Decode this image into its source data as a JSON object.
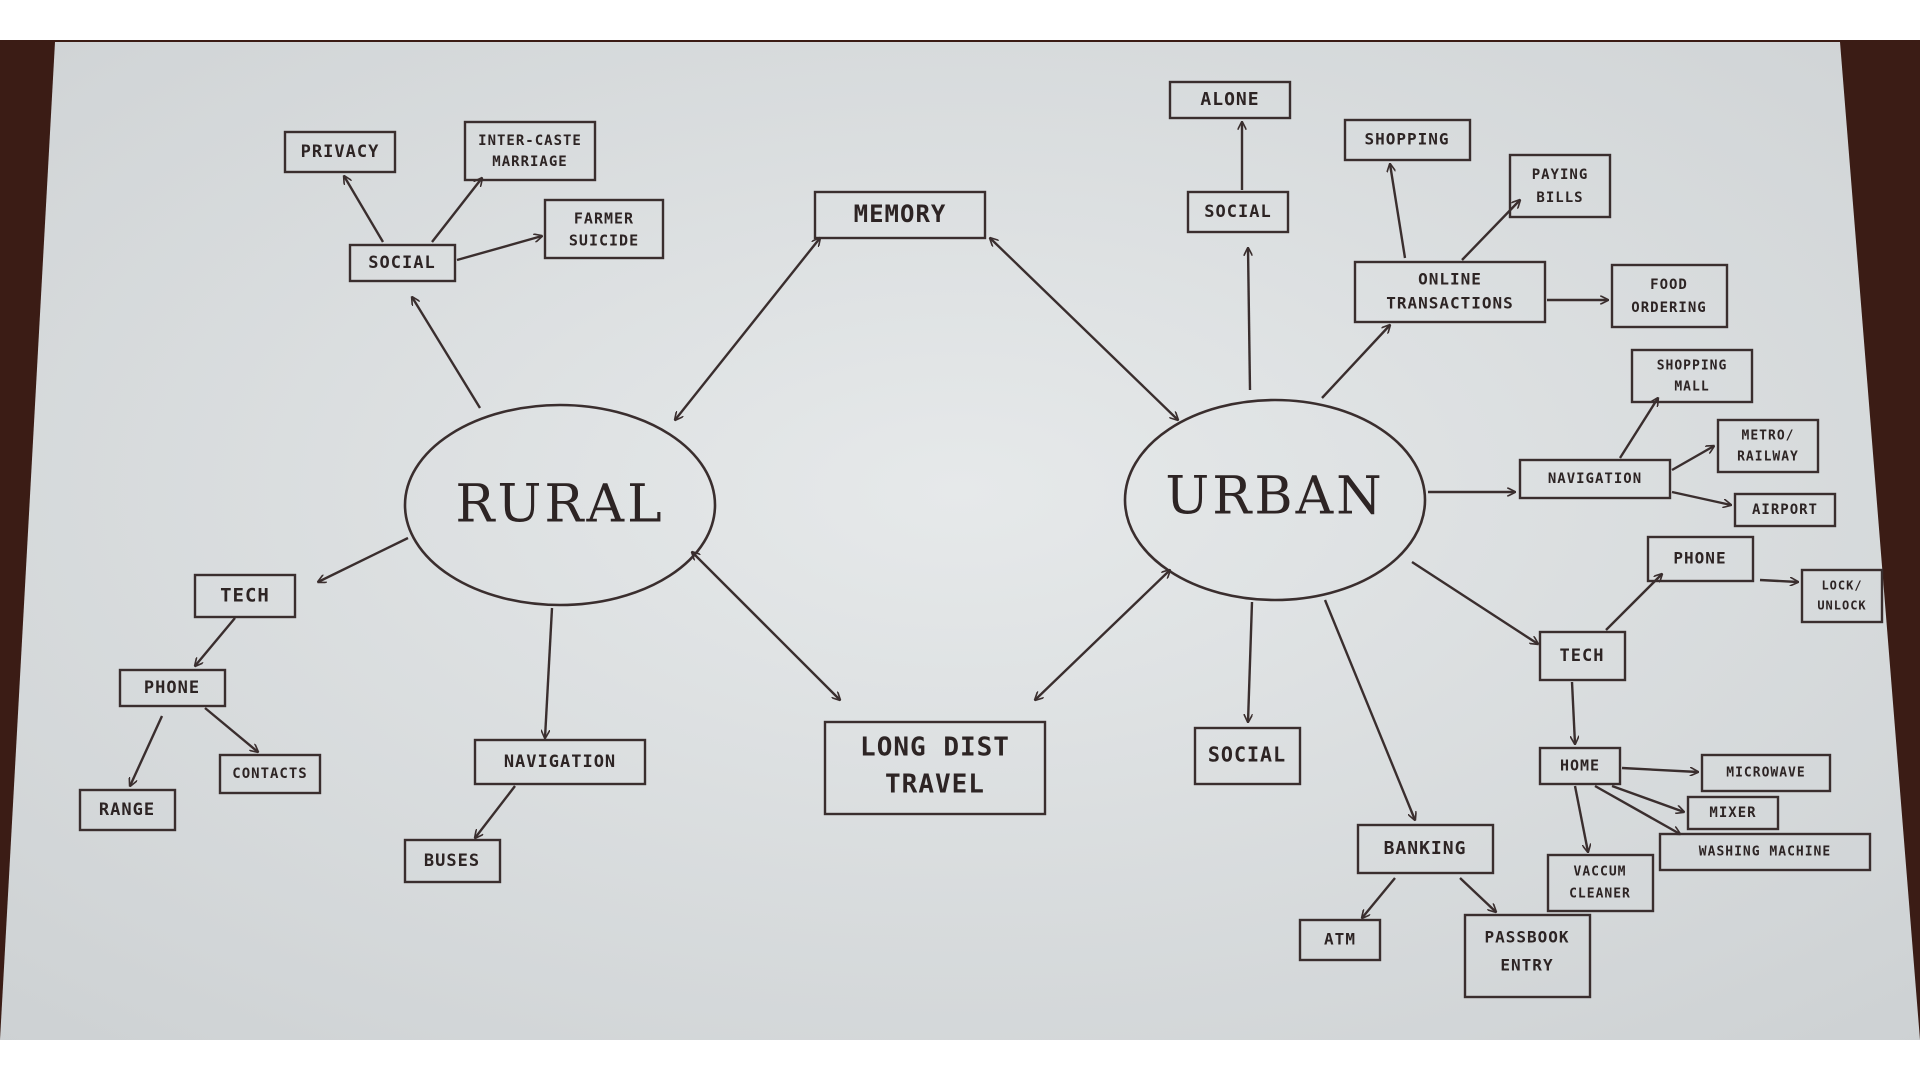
{
  "hubs": {
    "rural": "RURAL",
    "urban": "URBAN"
  },
  "nodes": {
    "memory": "MEMORY",
    "long_dist_travel": [
      "LONG  DIST",
      "TRAVEL"
    ],
    "rural_social": "SOCIAL",
    "privacy": "PRIVACY",
    "intercaste_marriage": [
      "INTER-CASTE",
      "MARRIAGE"
    ],
    "farmer_suicide": [
      "FARMER",
      "SUICIDE"
    ],
    "rural_tech": "TECH",
    "rural_phone": "PHONE",
    "range": "RANGE",
    "contacts": "CONTACTS",
    "rural_navigation": "NAVIGATION",
    "buses": "BUSES",
    "alone": "ALONE",
    "urban_social_top": "SOCIAL",
    "shopping": "SHOPPING",
    "paying_bills": [
      "PAYING",
      "BILLS"
    ],
    "online_transactions": [
      "ONLINE",
      "TRANSACTIONS"
    ],
    "food_ordering": [
      "FOOD",
      "ORDERING"
    ],
    "shopping_mall": [
      "SHOPPING",
      "MALL"
    ],
    "urban_navigation": "NAVIGATION",
    "metro_railway": [
      "METRO/",
      "RAILWAY"
    ],
    "airport": "AIRPORT",
    "urban_phone": "PHONE",
    "lock_unlock": [
      "LOCK/",
      "UNLOCK"
    ],
    "urban_tech": "TECH",
    "home": "HOME",
    "microwave": "MICROWAVE",
    "mixer": "MIXER",
    "washing_machine": "WASHING MACHINE",
    "vaccum_cleaner": [
      "VACCUM",
      "CLEANER"
    ],
    "urban_social_bottom": "SOCIAL",
    "banking": "BANKING",
    "atm": "ATM",
    "passbook_entry": [
      "PASSBOOK",
      "ENTRY"
    ]
  }
}
